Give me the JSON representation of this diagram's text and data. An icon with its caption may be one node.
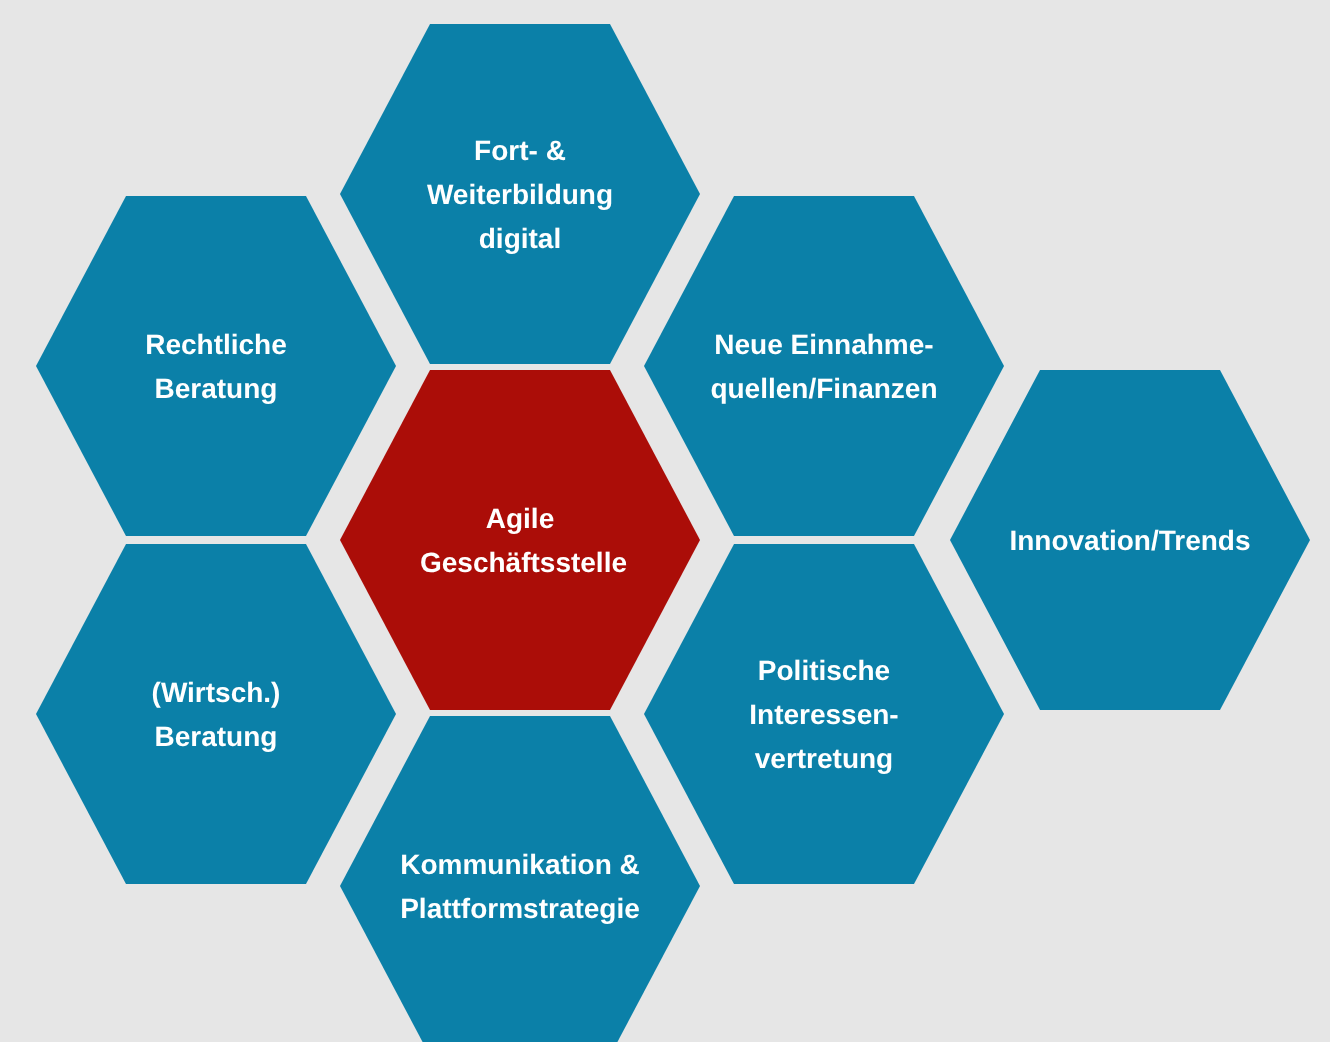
{
  "diagram": {
    "nodes": [
      {
        "text": [
          "Fort- & Weiterbildung digital"
        ]
      },
      {
        "text": [
          "Rechtliche Beratung"
        ]
      },
      {
        "text": [
          "Neue Einnahme- quellen/Finanzen"
        ]
      },
      {
        "text": [
          "Agile Geschäftsstelle"
        ]
      },
      {
        "text": [
          "Innovation/Trends"
        ]
      },
      {
        "text": [
          "(Wirtsch.) Beratung"
        ]
      },
      {
        "text": [
          "Politische Interessen- vertretung"
        ]
      },
      {
        "text": [
          "Kommunikation & Plattformstrategie"
        ]
      }
    ]
  }
}
